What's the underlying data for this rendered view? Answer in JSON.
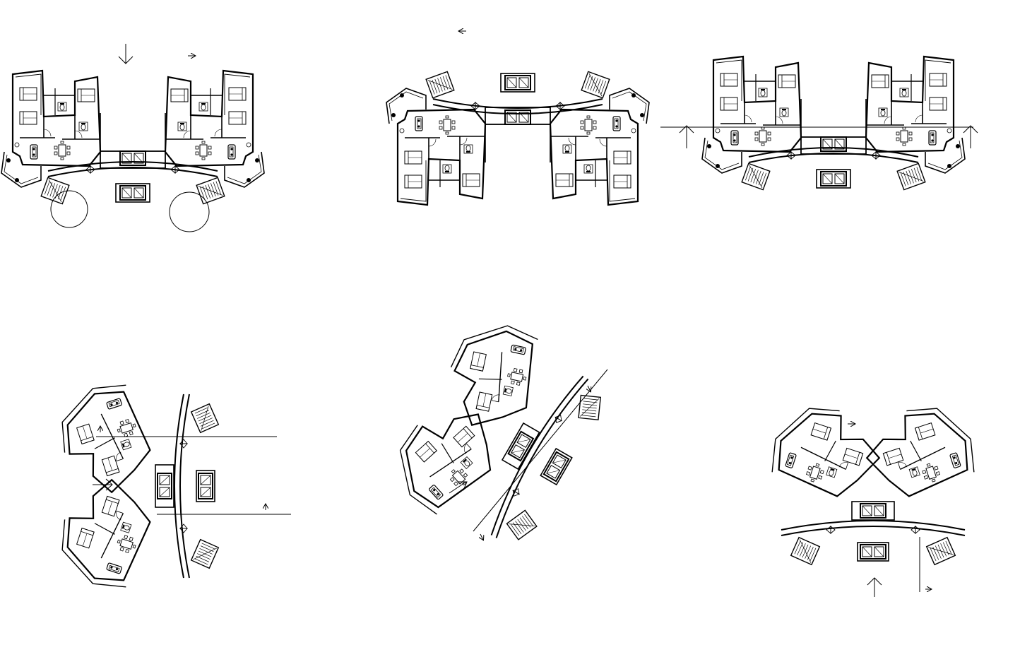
{
  "sheet": {
    "background": "#ffffff",
    "line_color": "#000000"
  },
  "plans": [
    {
      "id": "plan-1",
      "layout": "twin-wing-u",
      "orientation_deg": 0
    },
    {
      "id": "plan-2",
      "layout": "twin-wing-u",
      "orientation_deg": 180
    },
    {
      "id": "plan-3",
      "layout": "twin-wing-u",
      "orientation_deg": 0
    },
    {
      "id": "plan-4",
      "layout": "twin-wing-fan",
      "orientation_deg": -90
    },
    {
      "id": "plan-5",
      "layout": "twin-wing-fan",
      "orientation_deg": -60
    },
    {
      "id": "plan-6",
      "layout": "twin-wing-fan",
      "orientation_deg": 0
    }
  ],
  "symbols": {
    "entry_arrow": "arrow-icon",
    "section_marker": "section-marker-icon",
    "stair_circle": "circle-highlight"
  }
}
